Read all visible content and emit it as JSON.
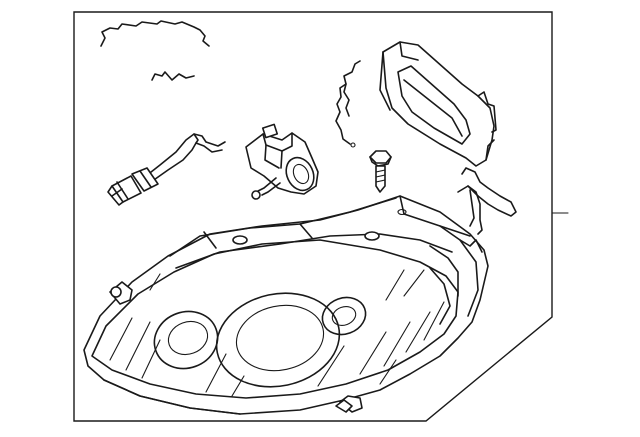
{
  "diagram": {
    "parts": [
      {
        "name": "clip-strip-upper",
        "callout": ""
      },
      {
        "name": "clip-strip-lower",
        "callout": ""
      },
      {
        "name": "wire-retainer",
        "callout": ""
      },
      {
        "name": "bulb-socket",
        "callout": ""
      },
      {
        "name": "level-adjust-motor",
        "callout": ""
      },
      {
        "name": "mounting-bolt",
        "callout": ""
      },
      {
        "name": "seal-gasket",
        "callout": ""
      },
      {
        "name": "rear-cover-frame",
        "callout": ""
      },
      {
        "name": "wire-bracket",
        "callout": ""
      },
      {
        "name": "headlamp-assembly",
        "callout": ""
      }
    ]
  }
}
